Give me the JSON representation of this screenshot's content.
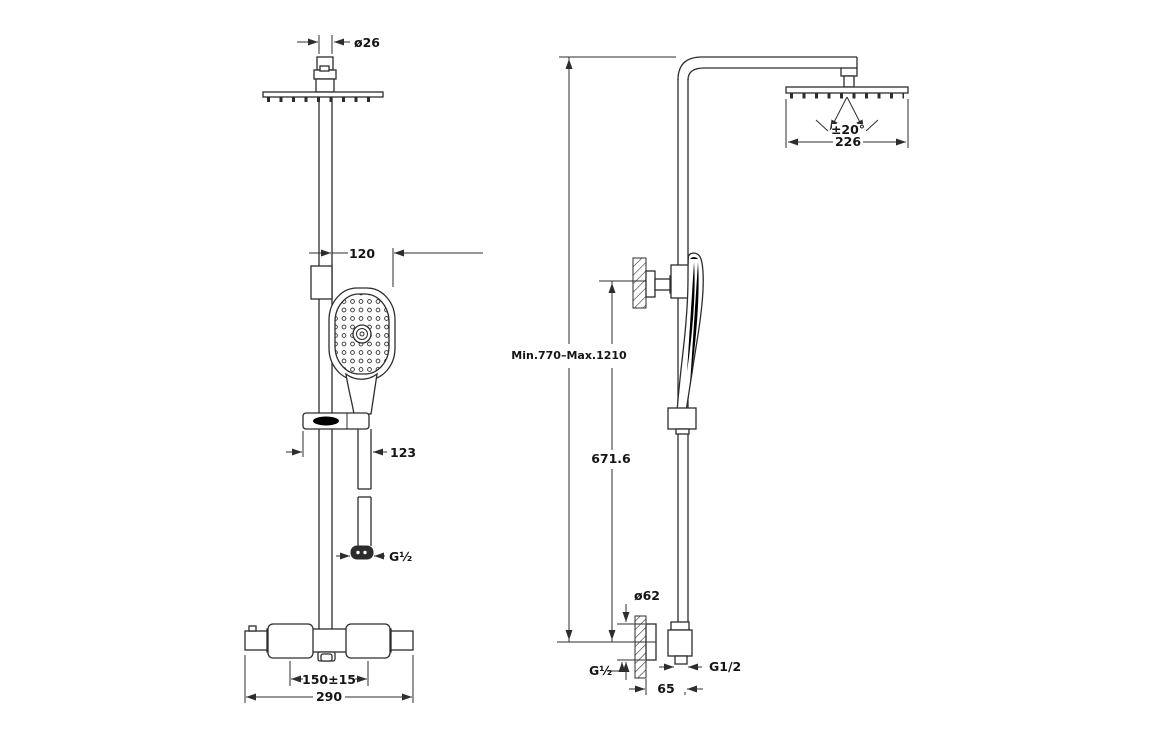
{
  "title": "Shower column technical drawing, two orthographic views with dimensions",
  "colors": {
    "background": "#ffffff",
    "line": "#2d2d2d",
    "text": "#151515"
  },
  "front_view": {
    "name": "front-view",
    "labels": {
      "pipe_diameter": "ø26",
      "handshower_offset": "120",
      "bracket_width": "123",
      "hose_thread": "G½",
      "inlet_spacing": "150±15",
      "body_width": "290"
    }
  },
  "side_view": {
    "name": "side-view",
    "labels": {
      "head_tilt": "±20°",
      "head_size": "226",
      "height_range": "Min.770–Max.1210",
      "riser_height": "671.6",
      "flange_diameter": "ø62",
      "inlet_thread": "G½",
      "outlet_thread": "G1/2",
      "wall_distance": "65"
    }
  }
}
